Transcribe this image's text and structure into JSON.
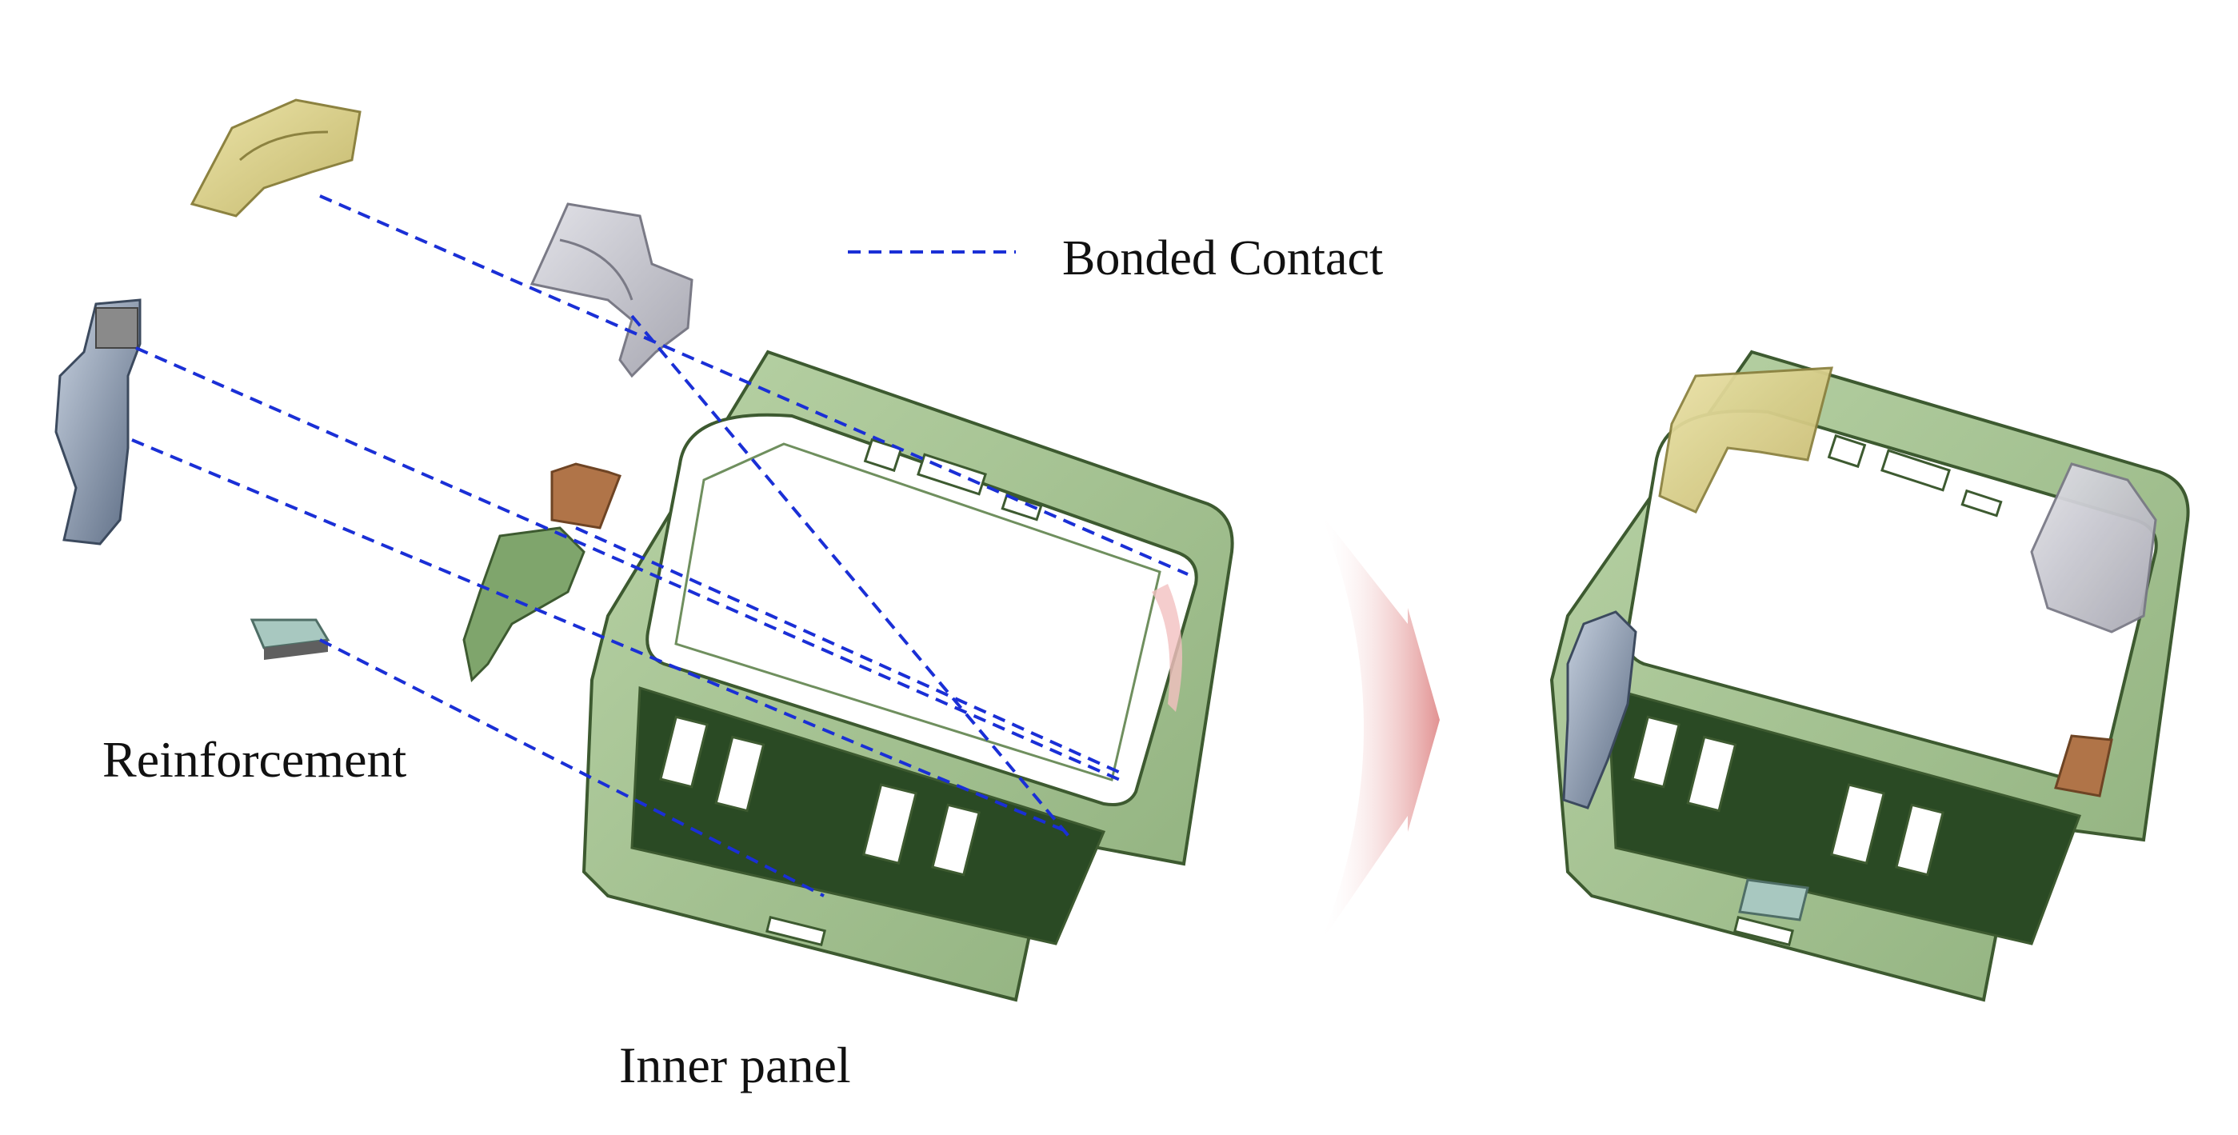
{
  "legend": {
    "label": "Bonded Contact",
    "line_color": "#1a2fd6",
    "line_style": "dashed"
  },
  "labels": {
    "reinforcement": "Reinforcement",
    "inner_panel": "Inner panel"
  },
  "colors": {
    "panel_green": "#a6c493",
    "panel_green_dark": "#4f6e3f",
    "panel_shadow": "#1f3a1b",
    "part_yellow": "#d9cf8a",
    "part_silver": "#c6c6cc",
    "part_blue_gray": "#8a9ab0",
    "part_copper": "#b07448",
    "part_teal": "#a8c8c0",
    "arrow_pink": "#e8a8a8"
  }
}
